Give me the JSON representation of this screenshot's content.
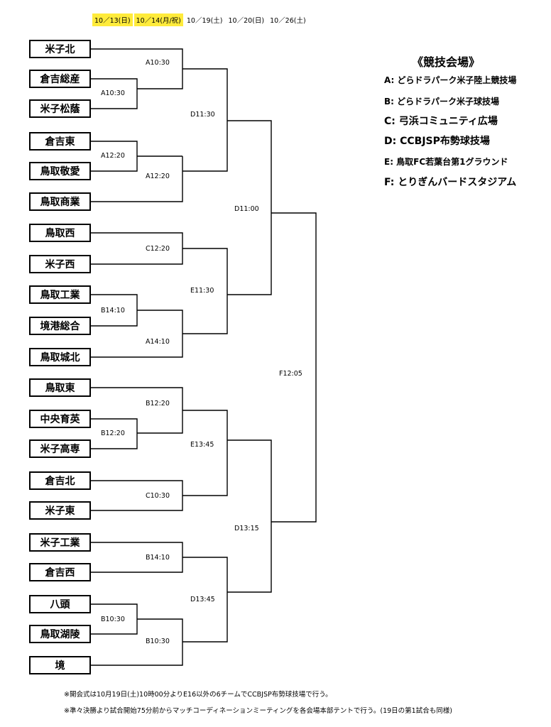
{
  "dates": [
    {
      "label": "10／13(日)",
      "highlighted": true
    },
    {
      "label": "10／14(月/祝)",
      "highlighted": true
    },
    {
      "label": "10／19(土)",
      "highlighted": false
    },
    {
      "label": "10／20(日)",
      "highlighted": false
    },
    {
      "label": "10／26(土)",
      "highlighted": false
    }
  ],
  "teams": [
    "米子北",
    "倉吉総産",
    "米子松蔭",
    "倉吉東",
    "鳥取敬愛",
    "鳥取商業",
    "鳥取西",
    "米子西",
    "鳥取工業",
    "境港総合",
    "鳥取城北",
    "鳥取東",
    "中央育英",
    "米子高専",
    "倉吉北",
    "米子東",
    "米子工業",
    "倉吉西",
    "八頭",
    "鳥取湖陵",
    "境"
  ],
  "matches": {
    "m_a1": "A10:30",
    "m_a2": "A10:30",
    "m_a3": "A12:20",
    "m_a4": "A12:20",
    "m_b1": "C12:20",
    "m_b2": "B14:10",
    "m_b3": "A14:10",
    "m_c1": "B12:20",
    "m_c2": "B12:20",
    "m_c3": "C10:30",
    "m_d1": "B14:10",
    "m_d2": "B10:30",
    "m_d3": "B10:30",
    "r3_1": "D11:30",
    "r3_2": "E11:30",
    "r3_3": "E13:45",
    "r3_4": "D13:45",
    "sf_1": "D11:00",
    "sf_2": "D13:15",
    "final": "F12:05"
  },
  "venues_title": "《競技会場》",
  "venues": [
    "A: どらドラパーク米子陸上競技場",
    "B: どらドラパーク米子球技場",
    "C: 弓浜コミュニティ広場",
    "D: CCBJSP布勢球技場",
    "E: 鳥取FC若葉台第1グラウンド",
    "F: とりぎんバードスタジアム"
  ],
  "notes": [
    "※開会式は10月19日(土)10時00分よりE16以外の6チームでCCBJSP布勢球技場で行う。",
    "※準々決勝より試合開始75分前からマッチコーディネーションミーティングを各会場本部テントで行う。(19日の第1試合も同様)"
  ]
}
